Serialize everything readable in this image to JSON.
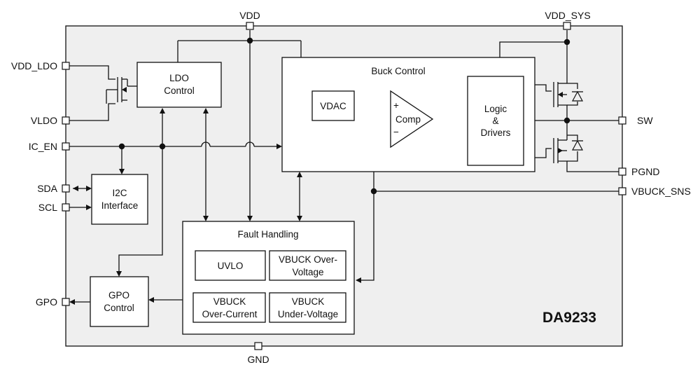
{
  "chip": {
    "name": "DA9233",
    "body_fill": "#efefef",
    "stroke": "#111111"
  },
  "pins": {
    "vdd": "VDD",
    "vdd_sys": "VDD_SYS",
    "vdd_ldo": "VDD_LDO",
    "vldo": "VLDO",
    "ic_en": "IC_EN",
    "sda": "SDA",
    "scl": "SCL",
    "gpo": "GPO",
    "gnd": "GND",
    "sw": "SW",
    "pgnd": "PGND",
    "vbuck_sns": "VBUCK_SNS"
  },
  "blocks": {
    "ldo_control": [
      "LDO",
      "Control"
    ],
    "buck_control": "Buck Control",
    "vdac": "VDAC",
    "comp": "Comp",
    "comp_plus": "+",
    "comp_minus": "−",
    "logic_drivers": [
      "Logic",
      "&",
      "Drivers"
    ],
    "i2c_interface": [
      "I2C",
      "Interface"
    ],
    "gpo_control": [
      "GPO",
      "Control"
    ],
    "fault_handling": "Fault Handling",
    "uvlo": "UVLO",
    "vbuck_over_voltage": [
      "VBUCK Over-",
      "Voltage"
    ],
    "vbuck_over_current": [
      "VBUCK",
      "Over-Current"
    ],
    "vbuck_under_voltage": [
      "VBUCK",
      "Under-Voltage"
    ]
  }
}
